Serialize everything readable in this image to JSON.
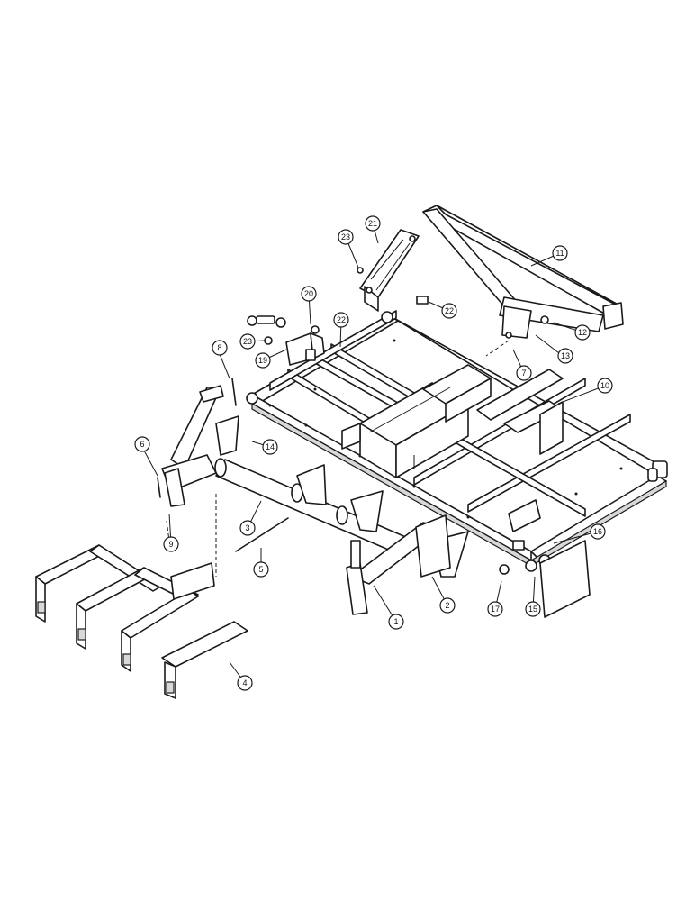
{
  "callouts": [
    {
      "id": "c1",
      "label": "1"
    },
    {
      "id": "c2",
      "label": "2"
    },
    {
      "id": "c3",
      "label": "3"
    },
    {
      "id": "c4",
      "label": "4"
    },
    {
      "id": "c5",
      "label": "5"
    },
    {
      "id": "c6",
      "label": "6"
    },
    {
      "id": "c7",
      "label": "7"
    },
    {
      "id": "c8",
      "label": "8"
    },
    {
      "id": "c9",
      "label": "9"
    },
    {
      "id": "c10",
      "label": "10"
    },
    {
      "id": "c11",
      "label": "11"
    },
    {
      "id": "c12",
      "label": "12"
    },
    {
      "id": "c13",
      "label": "13"
    },
    {
      "id": "c14",
      "label": "14"
    },
    {
      "id": "c15",
      "label": "15"
    },
    {
      "id": "c16",
      "label": "16"
    },
    {
      "id": "c17",
      "label": "17"
    },
    {
      "id": "c19",
      "label": "19"
    },
    {
      "id": "c20",
      "label": "20"
    },
    {
      "id": "c21",
      "label": "21"
    },
    {
      "id": "c22a",
      "label": "22"
    },
    {
      "id": "c22b",
      "label": "22"
    },
    {
      "id": "c23a",
      "label": "23"
    },
    {
      "id": "c23b",
      "label": "23"
    }
  ]
}
